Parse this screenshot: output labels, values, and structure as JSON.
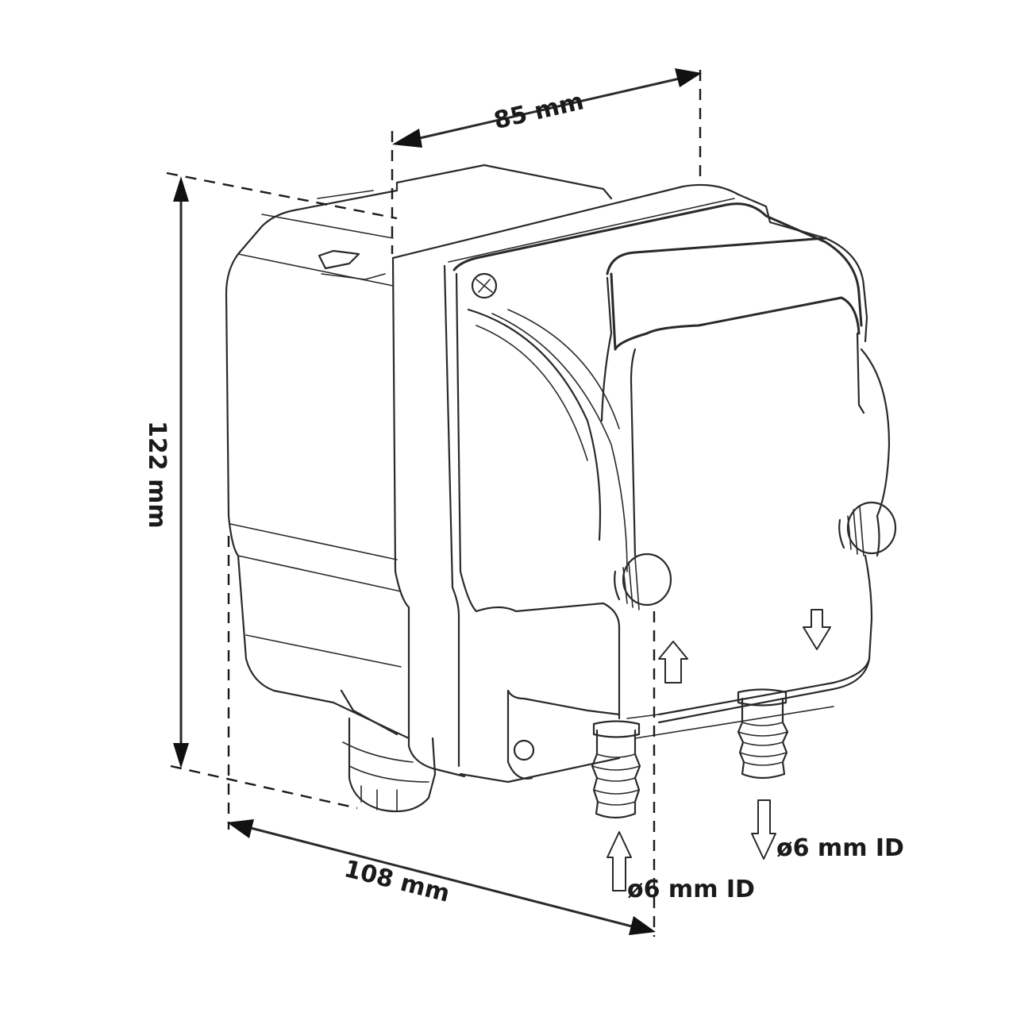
{
  "dimensions": {
    "depth": "85 mm",
    "height": "122 mm",
    "width": "108 mm"
  },
  "ports": {
    "inlet_label": "ø6 mm ID",
    "outlet_label": "ø6 mm ID"
  }
}
